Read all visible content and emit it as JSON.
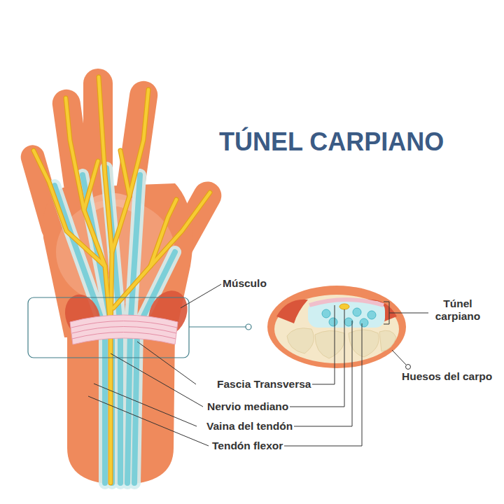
{
  "diagram": {
    "title": "TÚNEL CARPIANO",
    "labels": [
      "Músculo",
      "Túnel carpiano",
      "Fascia Transversa",
      "Huesos del carpo",
      "Nervio mediano",
      "Vaina del tendón",
      "Tendón flexor"
    ]
  }
}
